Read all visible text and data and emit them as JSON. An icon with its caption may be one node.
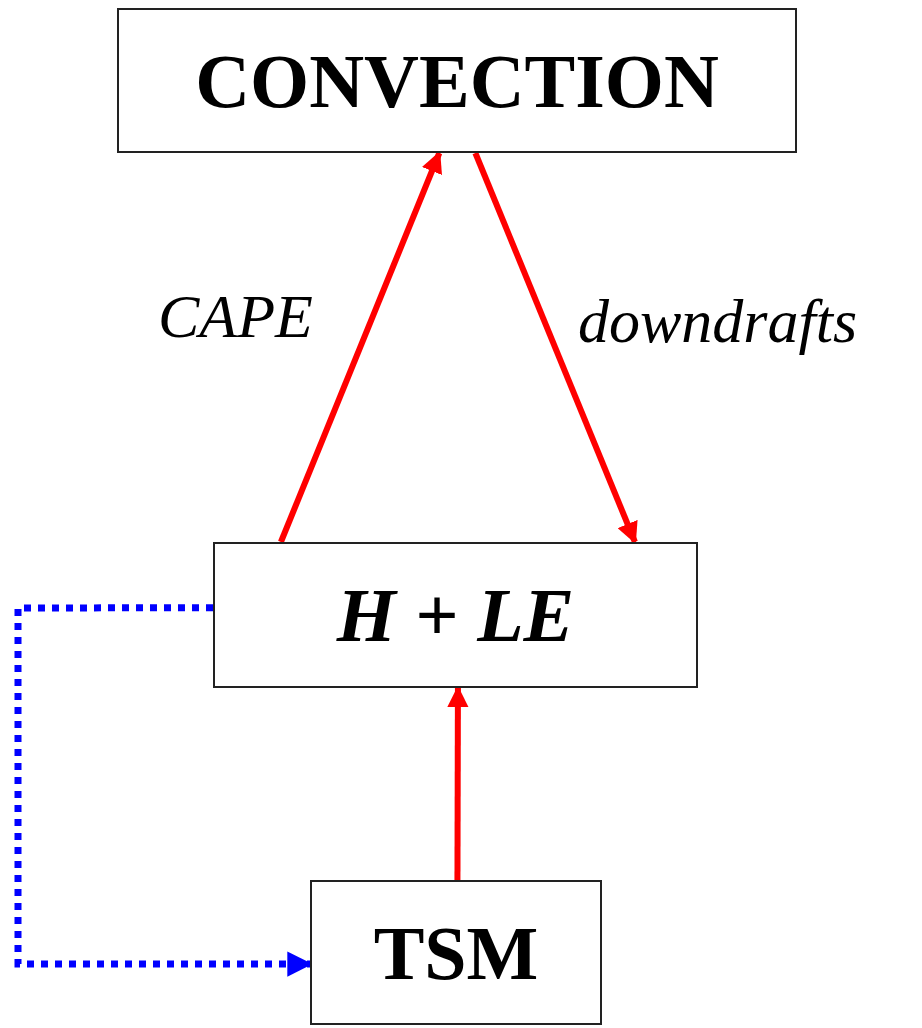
{
  "diagram": {
    "nodes": [
      {
        "text": [
          "CONVECTION"
        ]
      },
      {
        "text": [
          "H + LE"
        ]
      },
      {
        "text": [
          "TSM"
        ]
      }
    ],
    "edges": [
      {
        "from": 1,
        "to": 0,
        "arrow": "to",
        "label": "CAPE"
      },
      {
        "from": 0,
        "to": 1,
        "arrow": "to",
        "label": "downdrafts"
      },
      {
        "from": 2,
        "to": 1,
        "arrow": "to"
      },
      {
        "from": 1,
        "to": 2,
        "arrow": "to",
        "style": "dashed",
        "color": "#0000ff"
      }
    ]
  }
}
